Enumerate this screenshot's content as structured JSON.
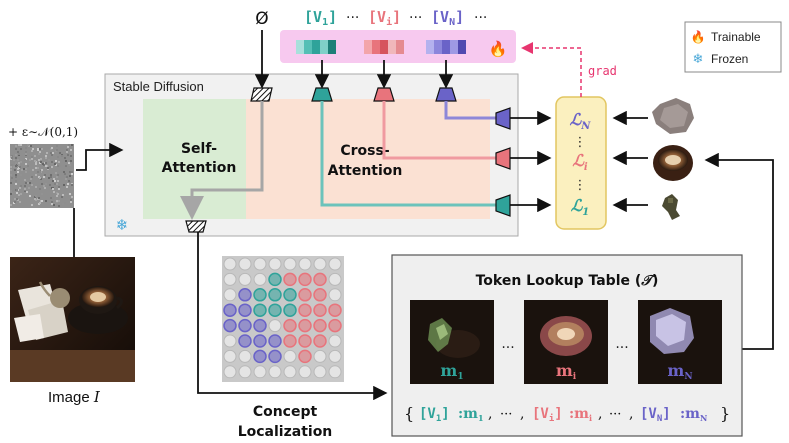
{
  "colors": {
    "teal": "#2fa39a",
    "red": "#e8747c",
    "purple": "#6a63c8",
    "pink_grad": "#e7356f",
    "trainable_bg": "#f7c9ef",
    "self_attn_bg": "#d9ecd3",
    "cross_attn_bg": "#fbe1d3",
    "loss_bg": "#fbf0bf",
    "loss_border": "#e2c660",
    "sd_border": "#9a9a9a",
    "sd_bg": "#f0f0f0"
  },
  "tokens": {
    "empty_symbol": "Ø",
    "v1": "[V",
    "v1_sub": "1",
    "vi": "[V",
    "vi_sub": "i",
    "vn": "[V",
    "vn_sub": "N",
    "bracket_close": "]",
    "ellipsis": "···"
  },
  "legend": {
    "trainable_label": "Trainable",
    "frozen_label": "Frozen",
    "fire_icon": "🔥",
    "snow_icon": "❄"
  },
  "stable_diffusion": {
    "label": "Stable Diffusion",
    "self_attention": [
      "Self-",
      "Attention"
    ],
    "cross_attention": [
      "Cross-",
      "Attention"
    ]
  },
  "noise": {
    "label": "+ ε∼𝒩(0,1)"
  },
  "grad_label": "grad",
  "losses": {
    "top": "ℒ",
    "top_sub": "N",
    "mid": "ℒ",
    "mid_sub": "i",
    "bottom": "ℒ",
    "bottom_sub": "1",
    "dots": "⋮"
  },
  "image_label": {
    "prefix": "Image ",
    "var": "I"
  },
  "concept_localization": [
    "Concept",
    "Localization"
  ],
  "lookup_table": {
    "title": "Token Lookup Table (",
    "title_sym": "𝒯",
    "title_end": ")",
    "masks": [
      {
        "m": "m",
        "sub": "1"
      },
      {
        "m": "m",
        "sub": "i"
      },
      {
        "m": "m",
        "sub": "N"
      }
    ],
    "dots": "···",
    "formula": {
      "open": "{",
      "close": "}",
      "sep": ",",
      "ellipsis": "···",
      "colon": ":"
    }
  }
}
